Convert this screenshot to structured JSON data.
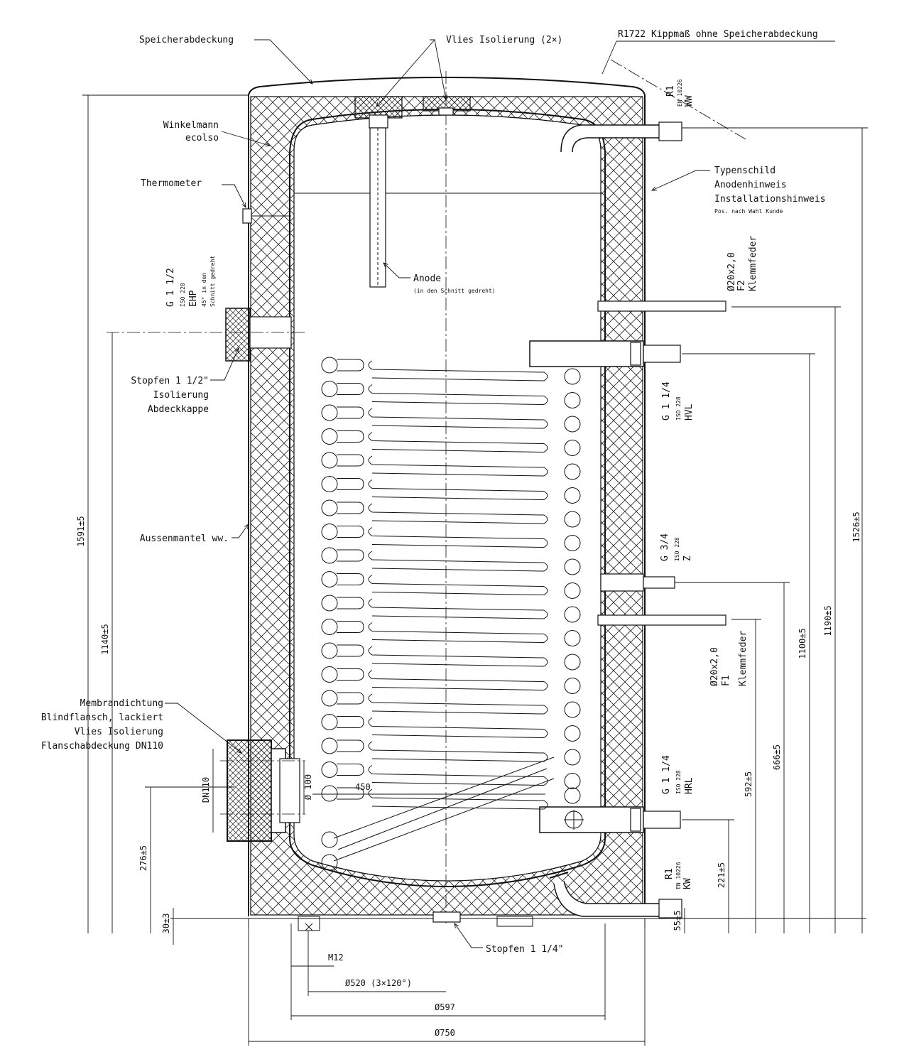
{
  "labels": {
    "speicherabdeckung": "Speicherabdeckung",
    "vlies_isolierung": "Vlies Isolierung (2×)",
    "kippmass": "R1722 Kippmaß ohne Speicherabdeckung",
    "winkelmann_1": "Winkelmann",
    "winkelmann_2": "ecolso",
    "thermometer": "Thermometer",
    "typenschild_1": "Typenschild",
    "typenschild_2": "Anodenhinweis",
    "typenschild_3": "Installationshinweis",
    "typenschild_4": "Pos. nach Wahl Kunde",
    "anode": "Anode",
    "anode_note": "(in den Schnitt gedreht)",
    "stopfen_top_1": "Stopfen 1 1/2\"",
    "stopfen_top_2": "Isolierung",
    "stopfen_top_3": "Abdeckkappe",
    "aussenmantel": "Aussenmantel ww.",
    "membran_1": "Membrandichtung",
    "membran_2": "Blindflansch, lackiert",
    "membran_3": "Vlies Isolierung",
    "membran_4": "Flanschabdeckung DN110",
    "stopfen_bottom": "Stopfen 1 1/4\""
  },
  "connections": {
    "ww": {
      "size": "R1",
      "std": "EN 10226",
      "name": "WW"
    },
    "ehp": {
      "size": "G 1 1/2",
      "std": "ISO 228",
      "name": "EHP",
      "note1": "45° in den",
      "note2": "Schnitt gedreht"
    },
    "f2": {
      "size": "Ø20x2,0",
      "name": "F2",
      "note": "Klemmfeder"
    },
    "hvl": {
      "size": "G 1 1/4",
      "std": "ISO 228",
      "name": "HVL"
    },
    "z": {
      "size": "G 3/4",
      "std": "ISO 228",
      "name": "Z"
    },
    "f1": {
      "size": "Ø20x2,0",
      "name": "F1",
      "note": "Klemmfeder"
    },
    "hrl": {
      "size": "G 1 1/4",
      "std": "ISO 228",
      "name": "HRL"
    },
    "kw": {
      "size": "R1",
      "std": "EN 10226",
      "name": "KW"
    }
  },
  "dimensions": {
    "total_height": "1591±5",
    "ehp_height": "1140±5",
    "flange_height": "276±5",
    "foot_height": "30±3",
    "ww_height": "1526±5",
    "hvl_height": "1190±5",
    "z_height": "1100±5",
    "f1_height": "666±5",
    "hrl_height": "592±5",
    "kw_height": "221±5",
    "kw_offset": "55±5",
    "dn110": "DN110",
    "phi100": "Ø 100",
    "d450": "450",
    "m12": "M12",
    "d520": "Ø520 (3×120°)",
    "d597": "Ø597",
    "d750": "Ø750"
  }
}
